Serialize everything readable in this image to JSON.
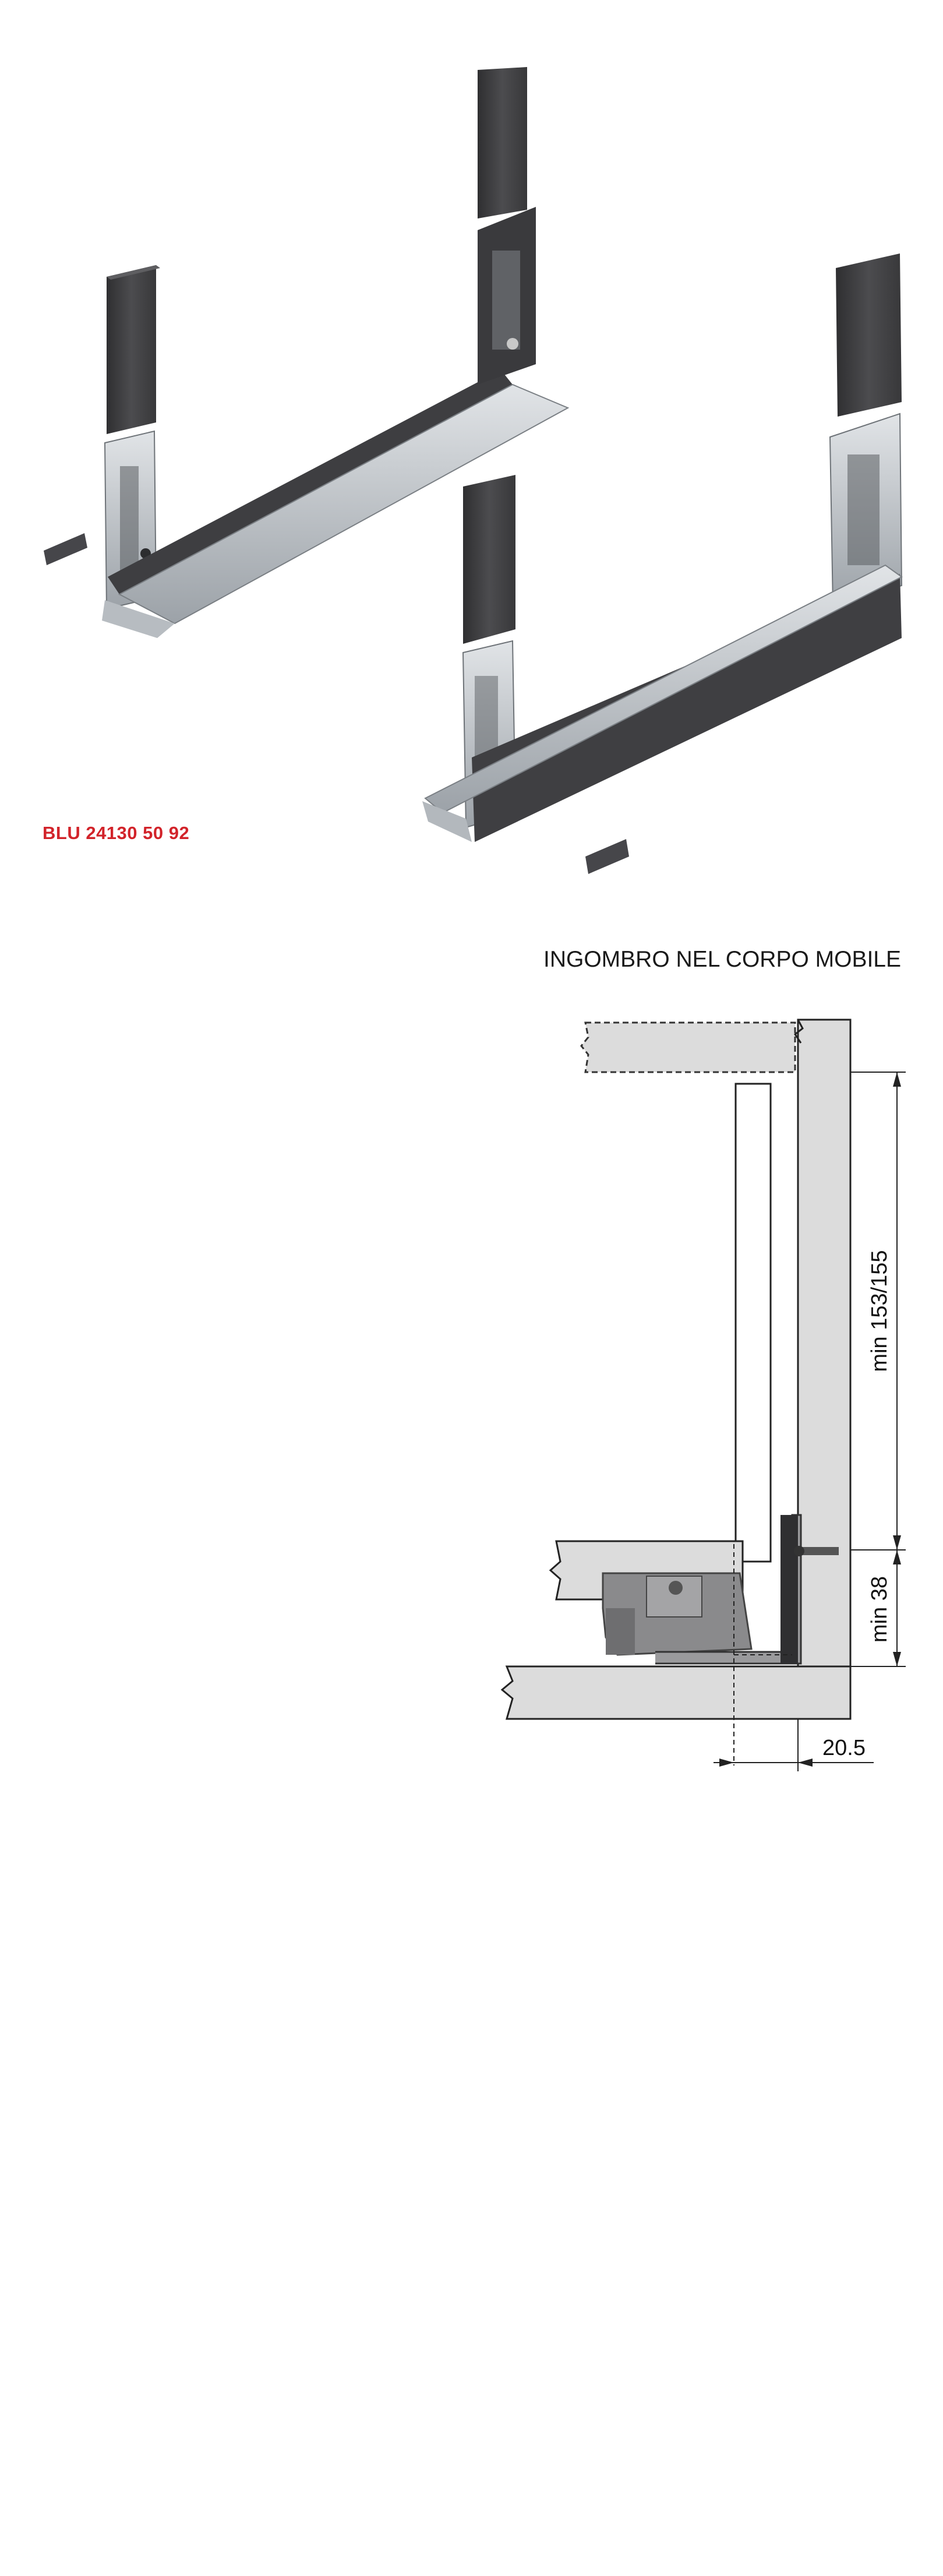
{
  "product_code": "BLU 24130 50 92",
  "section_title": "INGOMBRO NEL CORPO MOBILE",
  "dimensions": {
    "height_upper": "min 153/155",
    "height_lower": "min 38",
    "side_offset": "20.5"
  },
  "colors": {
    "code_red": "#d2232a",
    "panel_dark": "#474749",
    "metal_light": "#c4c8cc",
    "cabinet_gray": "#dcdcdc"
  }
}
